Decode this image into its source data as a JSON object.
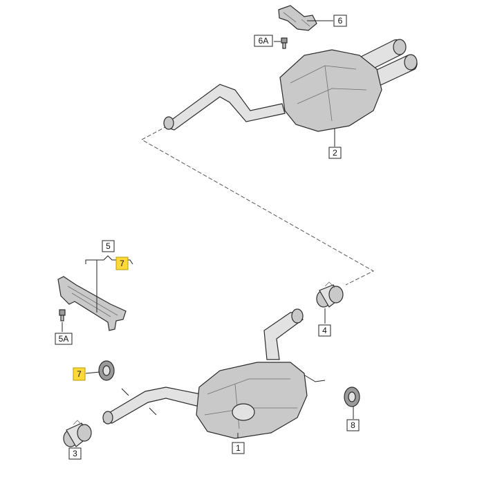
{
  "callouts": {
    "c1": "1",
    "c2": "2",
    "c3": "3",
    "c4": "4",
    "c5": "5",
    "c5a": "5A",
    "c6": "6",
    "c6a": "6A",
    "c7a": "7",
    "c7b": "7",
    "c8": "8"
  },
  "colors": {
    "highlight": "#ffd83a",
    "part_fill": "#c9c9c9",
    "outline": "#2a2a2a"
  }
}
